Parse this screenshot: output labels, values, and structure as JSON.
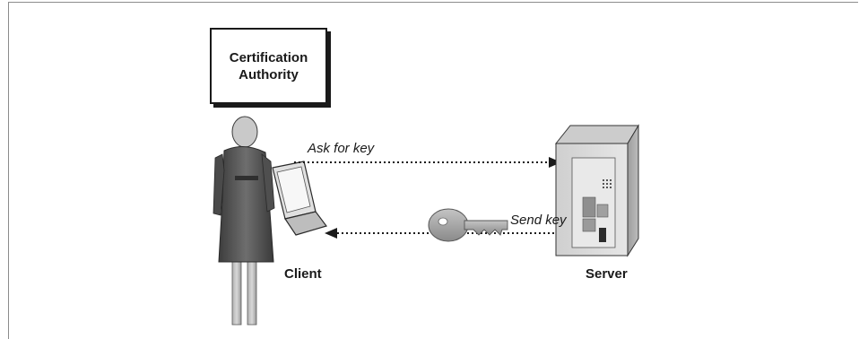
{
  "diagram": {
    "authority": {
      "line1": "Certification",
      "line2": "Authority"
    },
    "ask_arrow_label": "Ask for key",
    "send_arrow_label": "Send key",
    "client_label": "Client",
    "server_label": "Server"
  },
  "colors": {
    "ink": "#1a1a1a",
    "figure_dark": "#555555",
    "figure_light": "#bdbdbd",
    "server_face": "#d9d9d9",
    "server_side": "#a8a8a8",
    "key": "#a6a6a6"
  }
}
